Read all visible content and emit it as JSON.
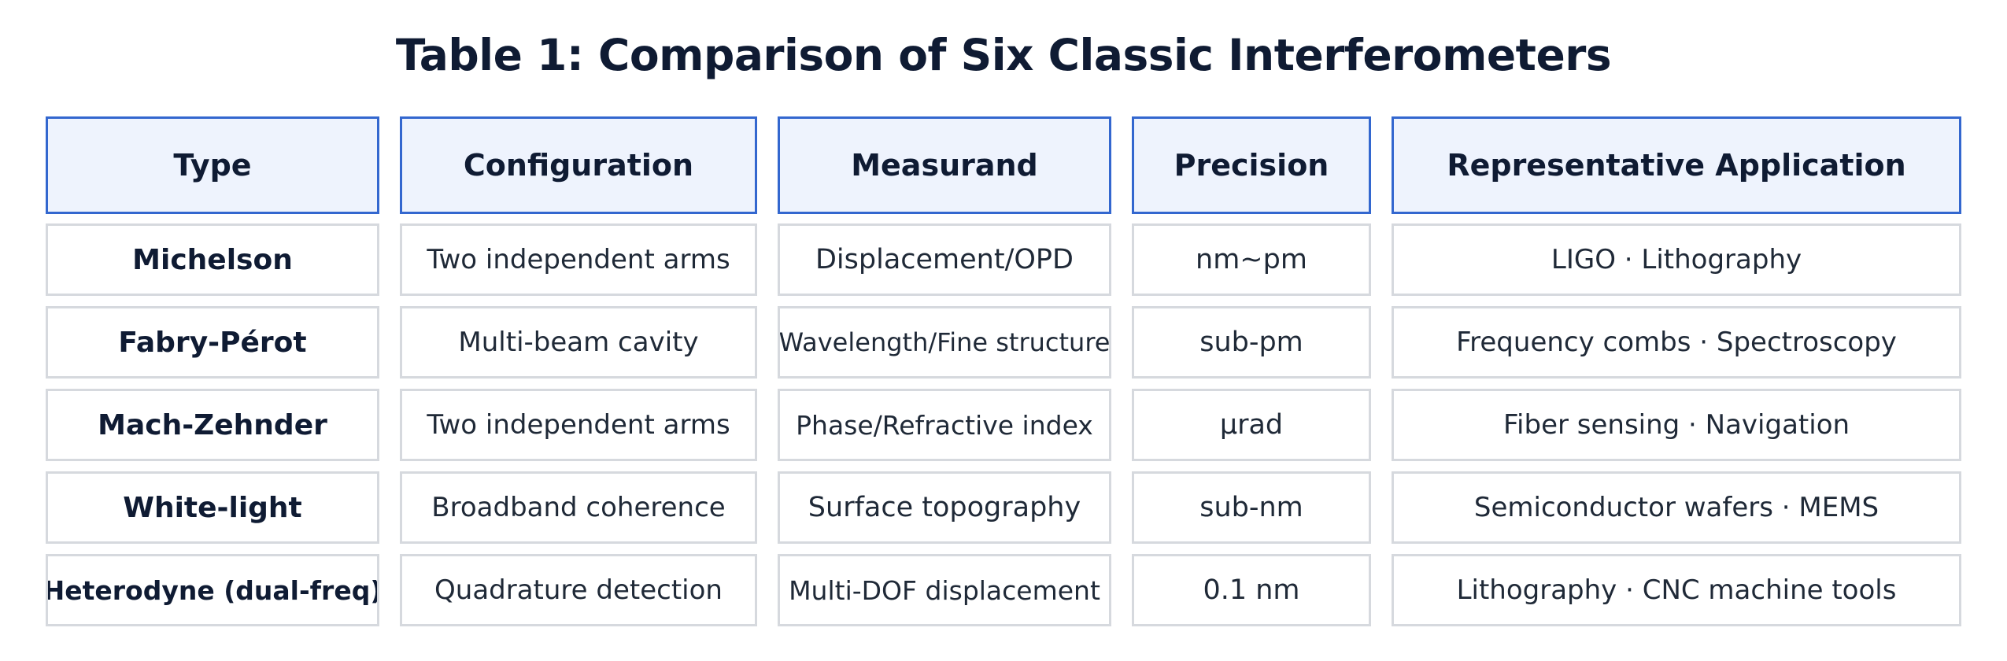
{
  "title": "Table 1: Comparison of Six Classic Interferometers",
  "table": {
    "headers": [
      "Type",
      "Configuration",
      "Measurand",
      "Precision",
      "Representative Application"
    ],
    "rows": [
      [
        "Michelson",
        "Two independent arms",
        "Displacement/OPD",
        "nm~pm",
        "LIGO · Lithography"
      ],
      [
        "Fabry-Pérot",
        "Multi-beam cavity",
        "Wavelength/Fine structure",
        "sub-pm",
        "Frequency combs · Spectroscopy"
      ],
      [
        "Mach-Zehnder",
        "Two independent arms",
        "Phase/Refractive index",
        "μrad",
        "Fiber sensing · Navigation"
      ],
      [
        "White-light",
        "Broadband coherence",
        "Surface topography",
        "sub-nm",
        "Semiconductor wafers · MEMS"
      ],
      [
        "Heterodyne (dual-freq)",
        "Quadrature detection",
        "Multi-DOF displacement",
        "0.1 nm",
        "Lithography · CNC machine tools"
      ]
    ]
  },
  "colors": {
    "header_border": "#3367cf",
    "header_fill": "#eef3fd",
    "cell_border": "#d6d9de",
    "text": "#0f1b33"
  }
}
